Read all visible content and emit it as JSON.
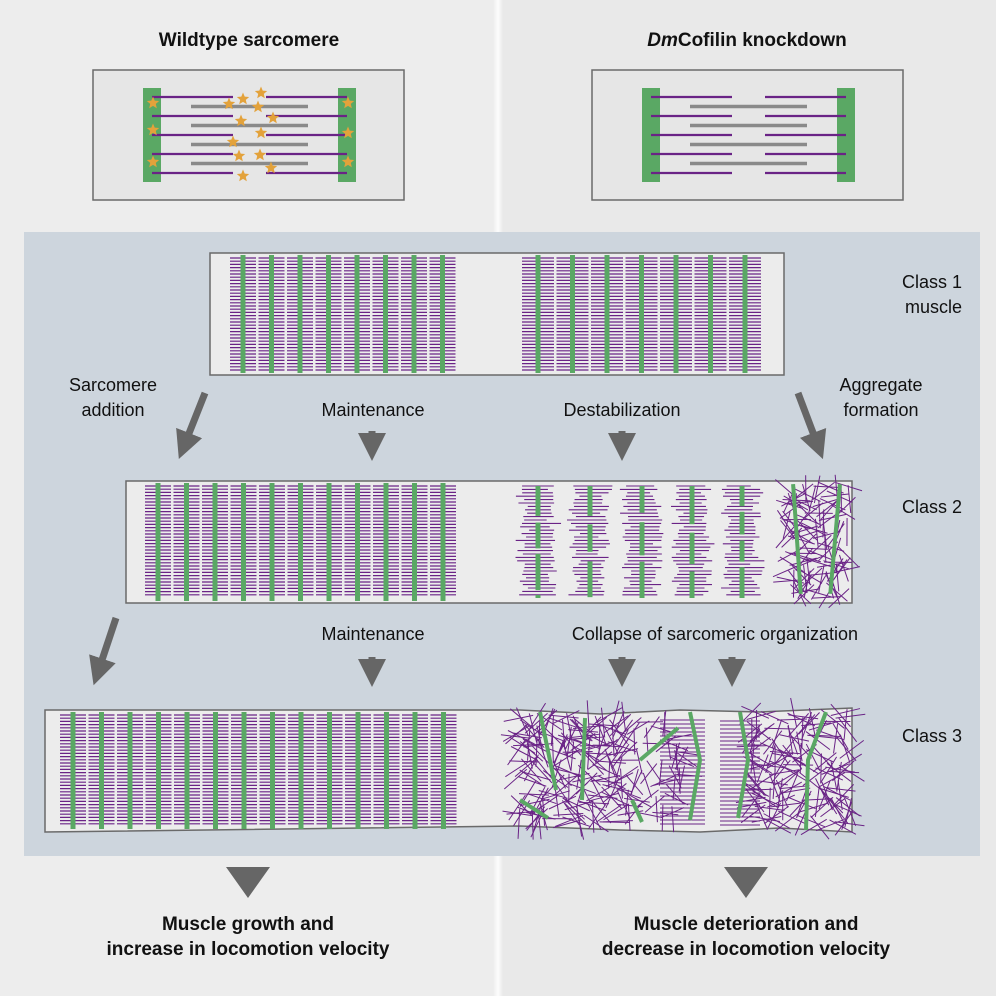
{
  "titles": {
    "left": "Wildtype sarcomere",
    "right_italic": "Dm",
    "right_rest": "Cofilin knockdown"
  },
  "classes": {
    "class1": [
      "Class 1",
      "muscle"
    ],
    "class2": "Class 2",
    "class3": "Class 3"
  },
  "labels": {
    "sarcomere_addition": [
      "Sarcomere",
      "addition"
    ],
    "maintenance_1": "Maintenance",
    "destabilization": "Destabilization",
    "aggregate_formation": [
      "Aggregate",
      "formation"
    ],
    "maintenance_2": "Maintenance",
    "collapse": "Collapse of sarcomeric organization"
  },
  "conclusions": {
    "left": [
      "Muscle growth and",
      "increase in locomotion velocity"
    ],
    "right": [
      "Muscle deterioration and",
      "decrease in locomotion velocity"
    ]
  },
  "colors": {
    "actin_purple": "#6a2386",
    "myosin_gray": "#8a8a8a",
    "zdisc_green": "#5aa864",
    "cofilin_star": "#e3a23b",
    "arrow_gray": "#666666",
    "panel_bg": "#cdd5dd"
  }
}
